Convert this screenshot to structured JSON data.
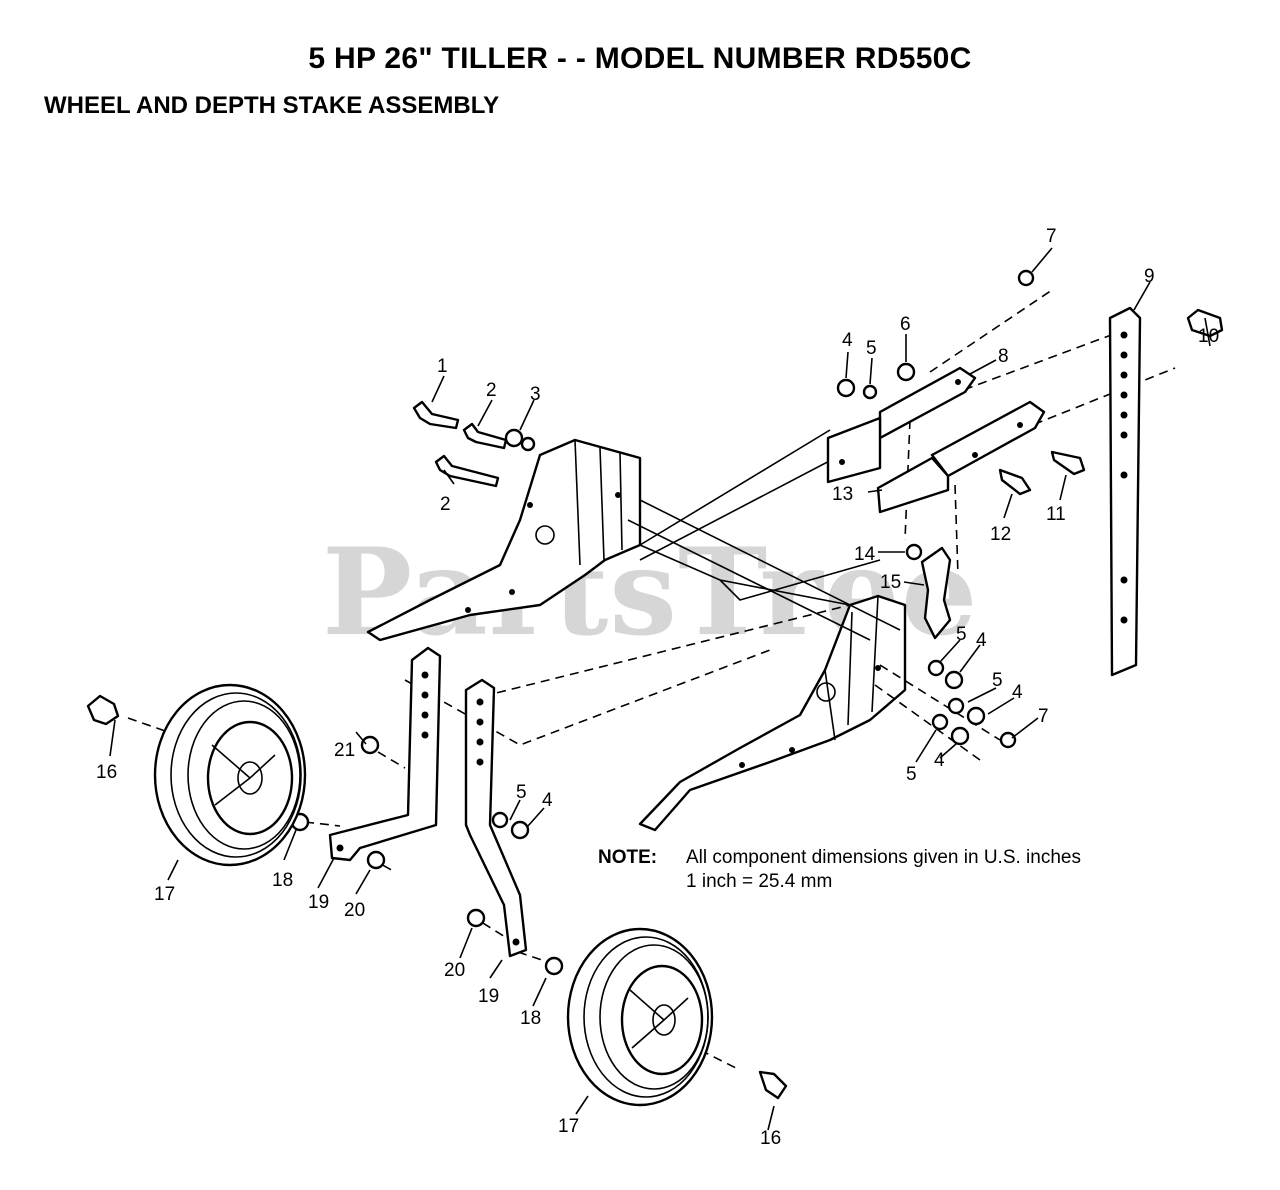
{
  "header": {
    "title": "5 HP  26\" TILLER - - MODEL NUMBER RD550C",
    "subtitle": "WHEEL AND DEPTH STAKE ASSEMBLY"
  },
  "watermark": "PartsTree",
  "note": {
    "label": "NOTE:",
    "line1": "All component dimensions given in U.S. inches",
    "line2": "1 inch = 25.4 mm"
  },
  "callouts": [
    "1",
    "2",
    "2",
    "3",
    "4",
    "5",
    "6",
    "7",
    "8",
    "9",
    "10",
    "11",
    "12",
    "13",
    "14",
    "15",
    "5",
    "4",
    "5",
    "4",
    "7",
    "5",
    "4",
    "16",
    "21",
    "5",
    "4",
    "18",
    "19",
    "20",
    "17",
    "20",
    "19",
    "18",
    "17",
    "16"
  ]
}
